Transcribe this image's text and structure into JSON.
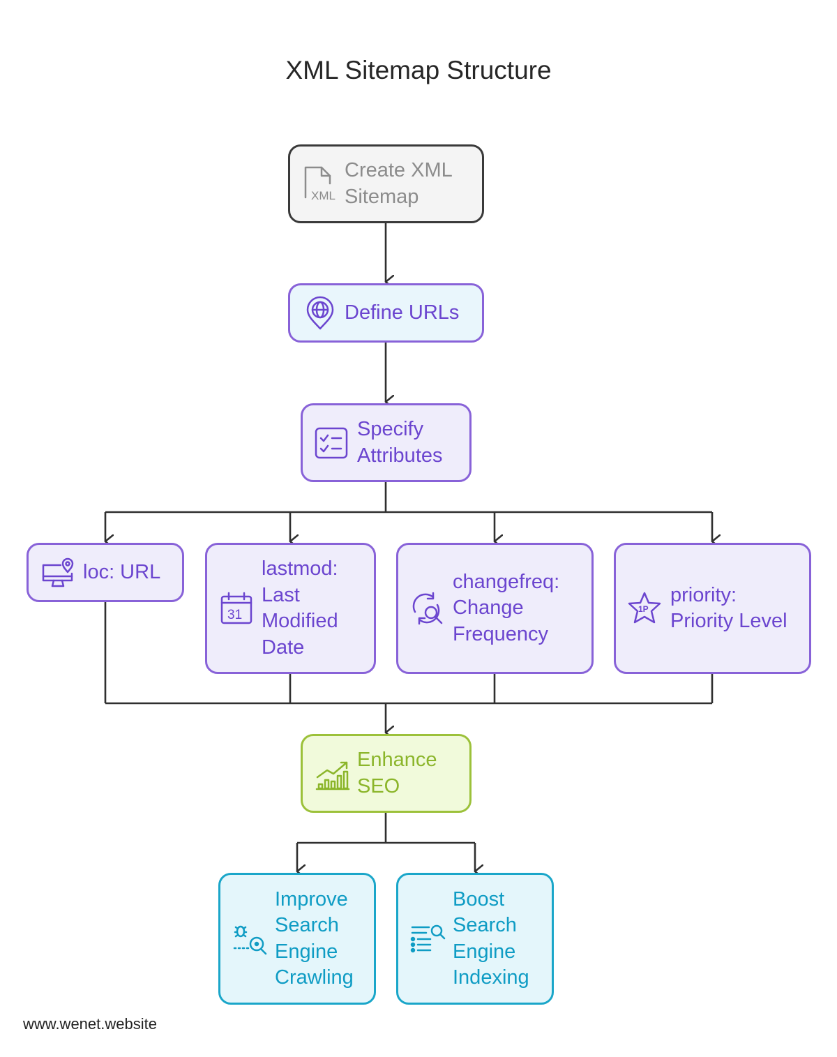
{
  "diagram": {
    "title": "XML Sitemap Structure",
    "footer": "www.wenet.website",
    "nodes": {
      "create": {
        "line1": "Create XML",
        "line2": "Sitemap",
        "icon": "xml-file-icon"
      },
      "define": {
        "line1": "Define URLs",
        "icon": "globe-pin-icon"
      },
      "specify": {
        "line1": "Specify",
        "line2": "Attributes",
        "icon": "checklist-icon"
      },
      "loc": {
        "line1": "loc: URL",
        "icon": "monitor-pin-icon"
      },
      "lastmod": {
        "line1": "lastmod:",
        "line2": "Last",
        "line3": "Modified",
        "line4": "Date",
        "icon": "calendar-icon"
      },
      "change": {
        "line1": "changefreq:",
        "line2": "Change",
        "line3": "Frequency",
        "icon": "refresh-search-icon"
      },
      "priority": {
        "line1": "priority:",
        "line2": "Priority Level",
        "icon": "star-badge-icon"
      },
      "seo": {
        "line1": "Enhance",
        "line2": "SEO",
        "icon": "growth-chart-icon"
      },
      "crawl": {
        "line1": "Improve",
        "line2": "Search",
        "line3": "Engine",
        "line4": "Crawling",
        "icon": "bug-search-icon"
      },
      "index": {
        "line1": "Boost",
        "line2": "Search",
        "line3": "Engine",
        "line4": "Indexing",
        "icon": "list-search-icon"
      }
    },
    "colors": {
      "connector": "#2f2f2f",
      "gray_border": "#3a3a3a",
      "purple_border": "#8862d8",
      "purple_text": "#6b45cf",
      "green_border": "#9cc13a",
      "green_text": "#8bb52a",
      "blue_border": "#1aa6c9",
      "blue_text": "#0f9cc4"
    }
  }
}
